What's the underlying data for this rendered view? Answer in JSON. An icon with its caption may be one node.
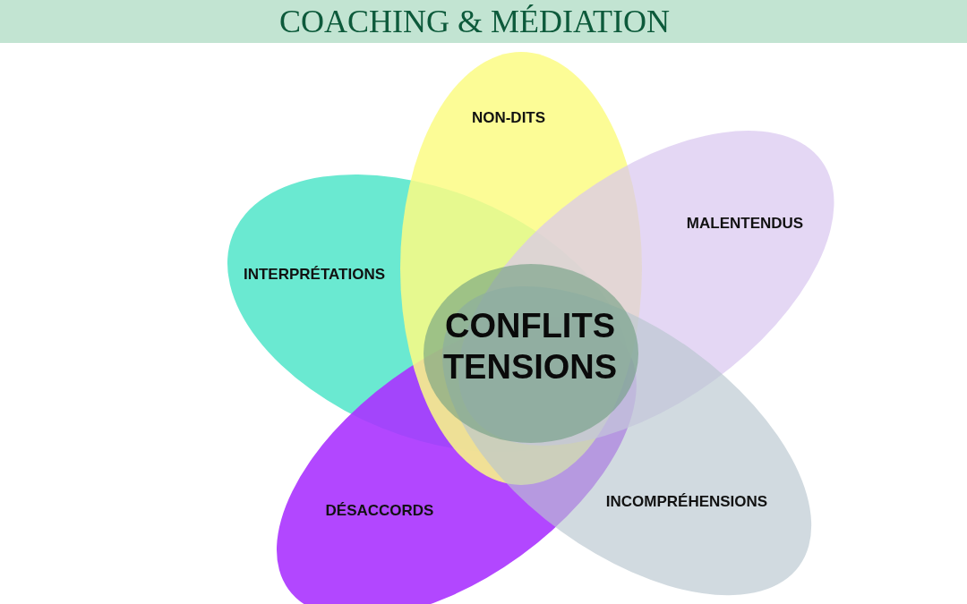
{
  "diagram": {
    "title": "COACHING & MÉDIATION",
    "nodes": [
      {
        "text": [
          "NON-DITS"
        ]
      },
      {
        "text": [
          "MALENTENDUS"
        ]
      },
      {
        "text": [
          "INTERPRÉTATIONS"
        ]
      },
      {
        "text": [
          "CONFLITS TENSIONS"
        ]
      },
      {
        "text": [
          "INCOMPRÉHENSIONS"
        ]
      },
      {
        "text": [
          "DÉSACCORDS"
        ]
      }
    ]
  }
}
